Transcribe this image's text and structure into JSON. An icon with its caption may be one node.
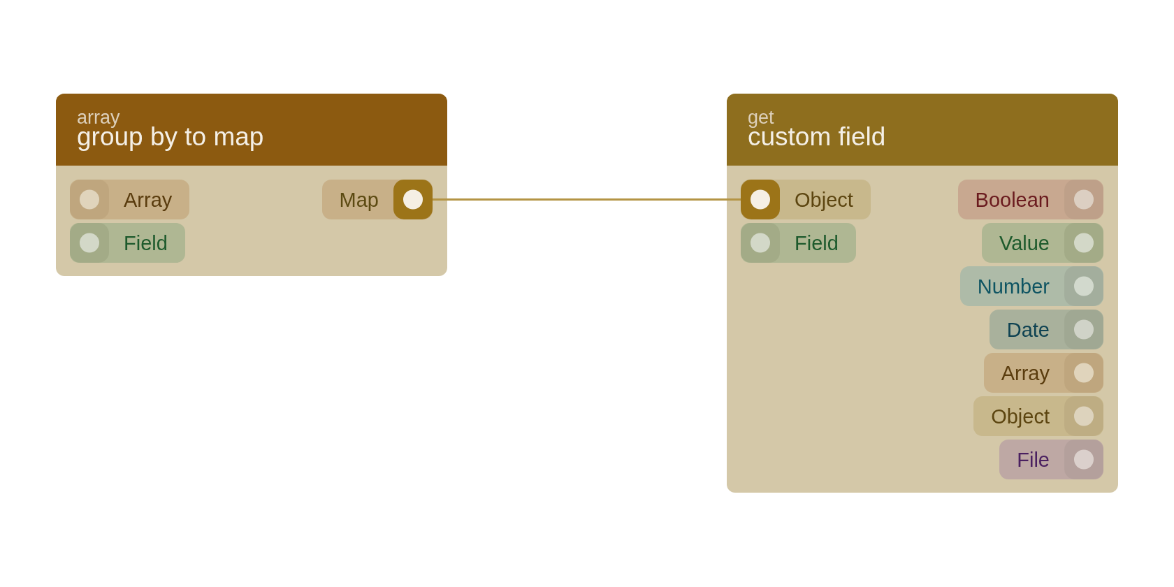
{
  "diagram": {
    "nodes": [
      {
        "text": [
          "array",
          "group by to map"
        ]
      },
      {
        "text": [
          "Array"
        ],
        "in": 0
      },
      {
        "text": [
          "Field"
        ],
        "in": 0
      },
      {
        "text": [
          "Map"
        ],
        "in": 0
      },
      {
        "text": [
          "get",
          "custom field"
        ]
      },
      {
        "text": [
          "Object"
        ],
        "in": 4
      },
      {
        "text": [
          "Field"
        ],
        "in": 4
      },
      {
        "text": [
          "Boolean"
        ],
        "in": 4
      },
      {
        "text": [
          "Value"
        ],
        "in": 4
      },
      {
        "text": [
          "Number"
        ],
        "in": 4
      },
      {
        "text": [
          "Date"
        ],
        "in": 4
      },
      {
        "text": [
          "Array"
        ],
        "in": 4
      },
      {
        "text": [
          "Object"
        ],
        "in": 4
      },
      {
        "text": [
          "File"
        ],
        "in": 4
      }
    ],
    "edges": [
      {
        "from": 3,
        "to": 5,
        "arrow": "none"
      }
    ]
  }
}
